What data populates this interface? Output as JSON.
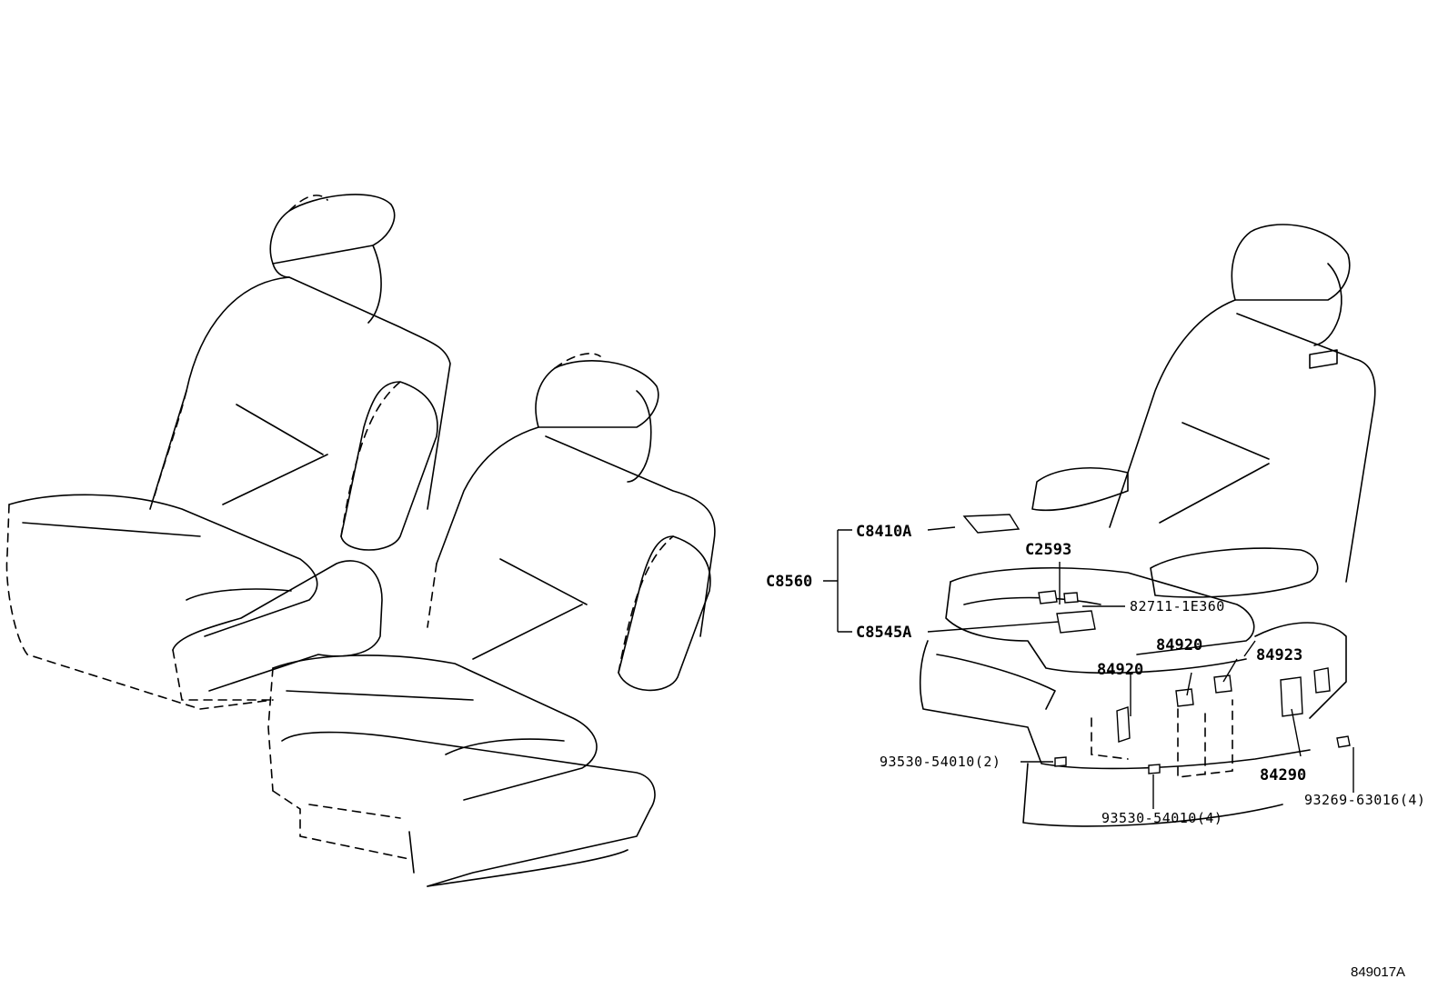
{
  "labels": {
    "c8410a": "C8410A",
    "c8560": "C8560",
    "c8545a": "C8545A",
    "c2593": "C2593",
    "p82711": "82711-1E360",
    "p84920_upper": "84920",
    "p84920_lower": "84920",
    "p84923": "84923",
    "p84290": "84290",
    "p93530_2": "93530-54010(2)",
    "p93530_4": "93530-54010(4)",
    "p93269": "93269-63016(4)"
  },
  "diagram_ref": "849017A"
}
